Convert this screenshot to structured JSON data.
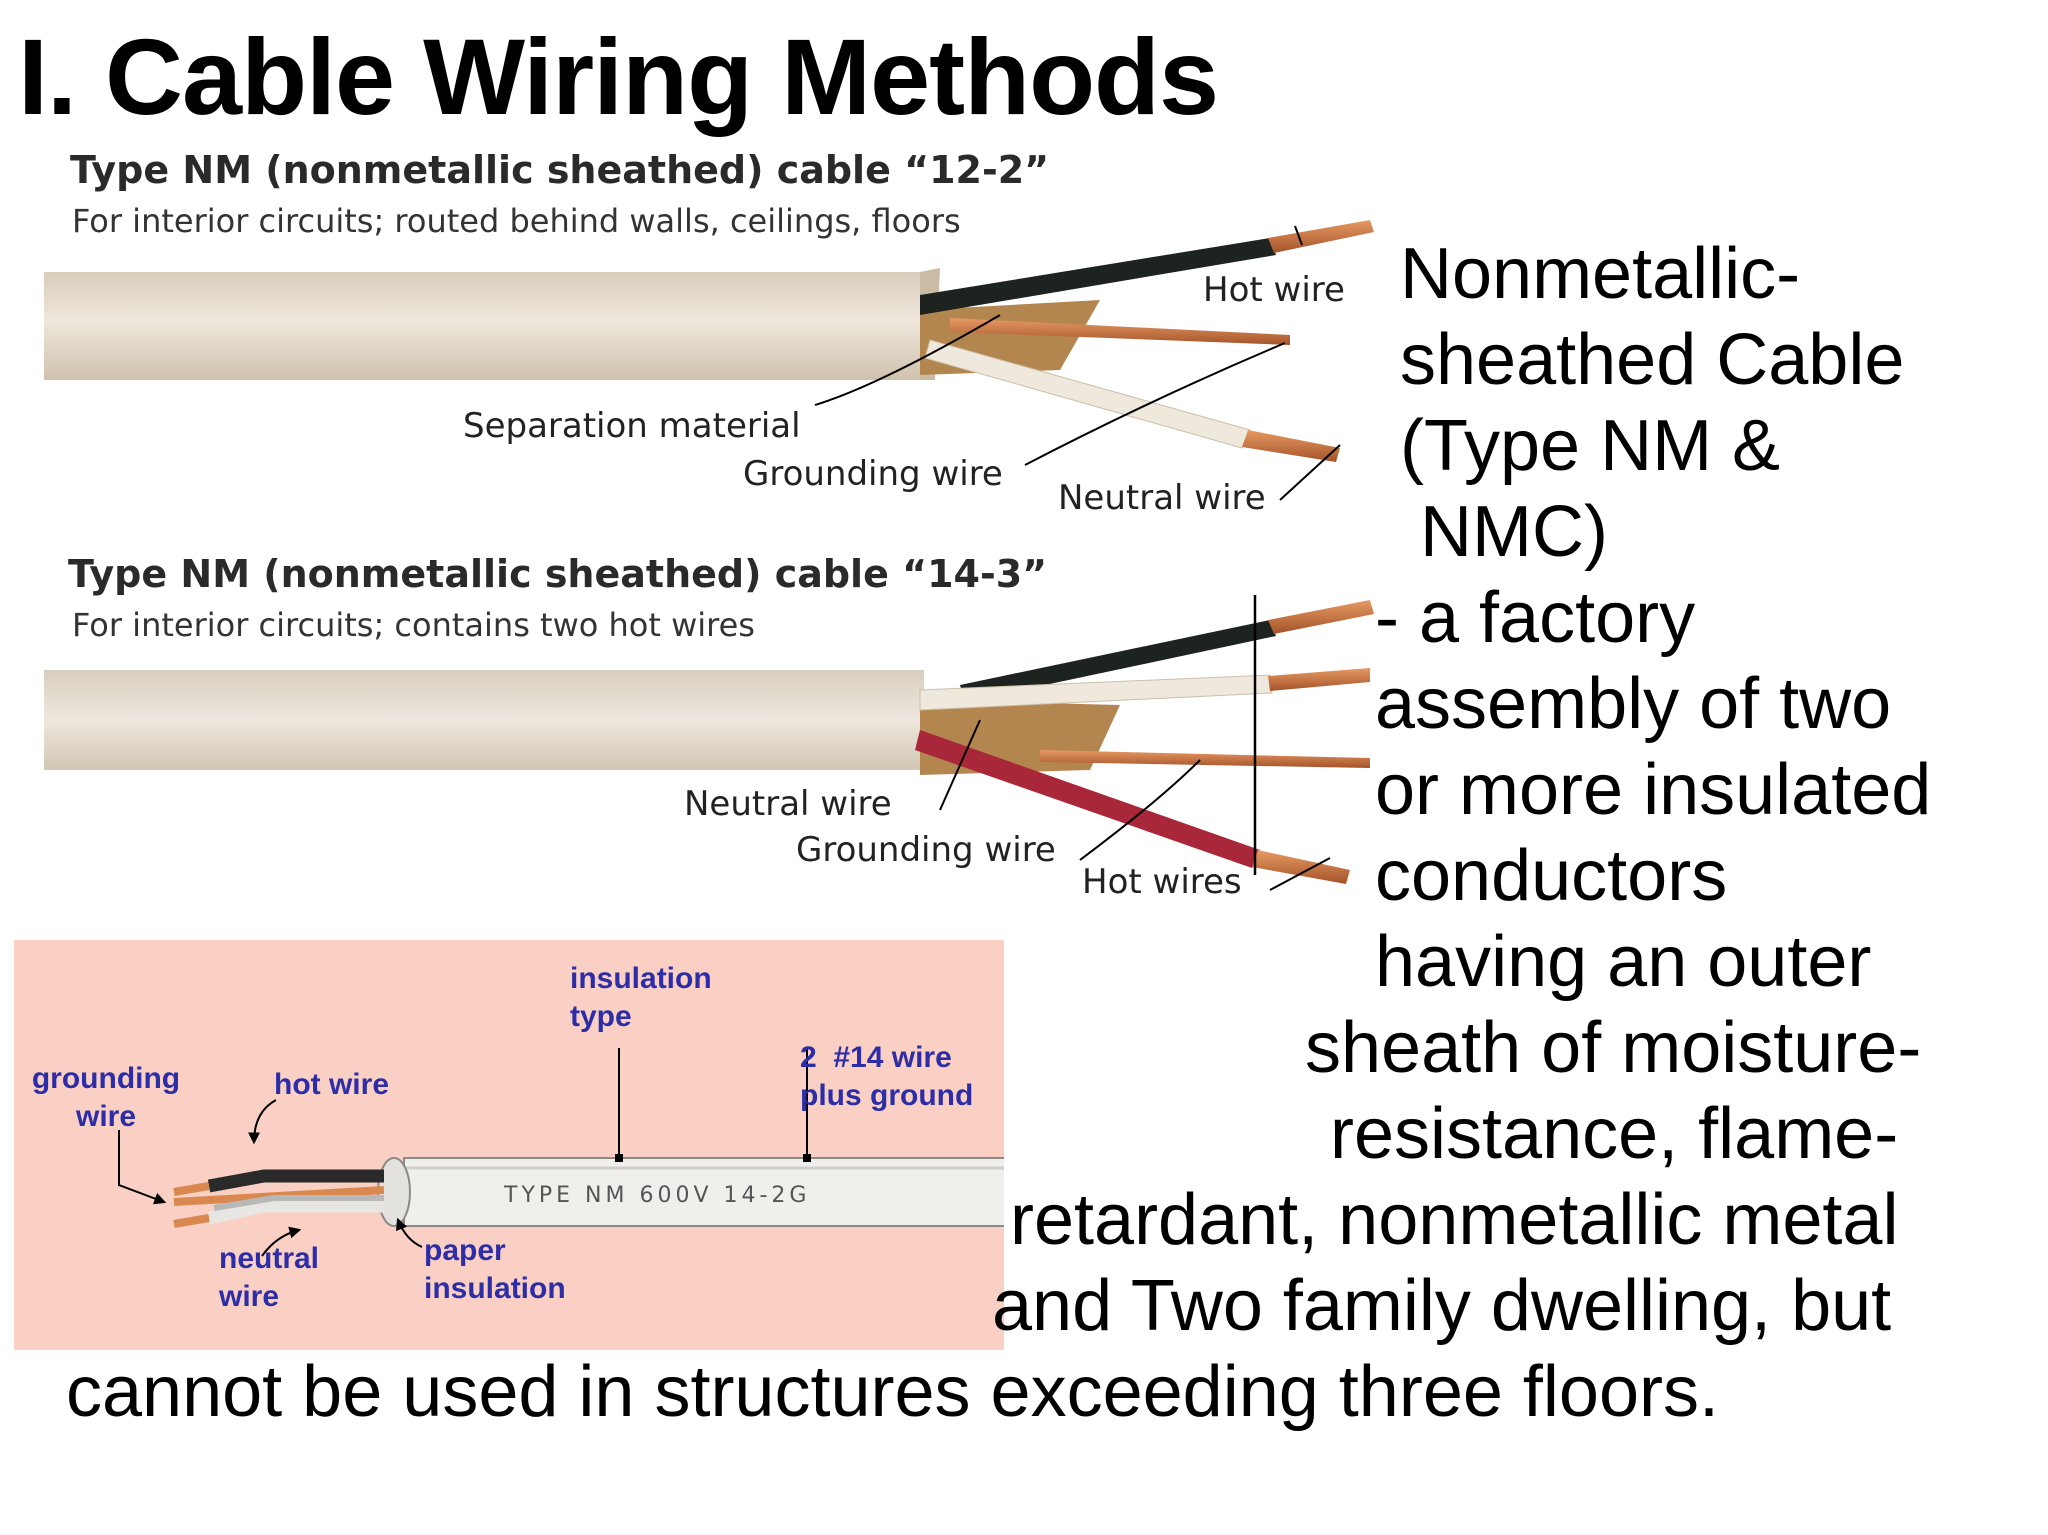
{
  "title": "I. Cable Wiring Methods",
  "cable_12_2": {
    "caption": "Type NM (nonmetallic sheathed) cable “12-2”",
    "subcaption": "For interior circuits; routed behind walls, ceilings, floors",
    "labels": {
      "hot": "Hot wire",
      "separation": "Separation material",
      "grounding": "Grounding wire",
      "neutral": "Neutral wire"
    }
  },
  "cable_14_3": {
    "caption": "Type NM (nonmetallic sheathed) cable “14-3”",
    "subcaption": "For interior circuits; contains two hot wires",
    "labels": {
      "neutral": "Neutral wire",
      "grounding": "Grounding wire",
      "hot": "Hot wires"
    }
  },
  "diagram": {
    "insulation_type": [
      "insulation",
      "type"
    ],
    "wire_size": [
      "2  #14 wire",
      "plus ground"
    ],
    "grounding": [
      "grounding",
      "wire"
    ],
    "hot": "hot wire",
    "neutral": [
      "neutral",
      "wire"
    ],
    "paper": [
      "paper",
      "insulation"
    ],
    "print": "TYPE NM  600V  14-2G"
  },
  "body_lines": [
    "Nonmetallic-",
    "sheathed Cable",
    "(Type NM &",
    " NMC)",
    "- a factory",
    "assembly of two",
    "or more insulated",
    "conductors",
    "having an outer",
    "sheath of moisture-",
    "resistance, flame-",
    "retardant, nonmetallic metal",
    "and Two family dwelling, but",
    "cannot be used in structures exceeding three floors."
  ],
  "colors": {
    "pink_panel": "#fad0c4",
    "sheath": "#e2d8c8",
    "copper": "#c8703a",
    "label_blue": "#2d2da8"
  }
}
